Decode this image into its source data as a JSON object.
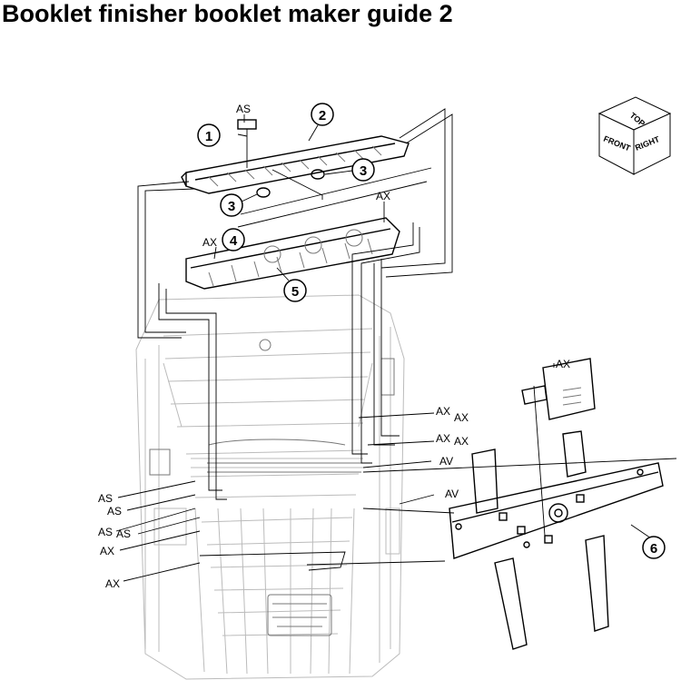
{
  "title": "Booklet finisher booklet maker guide 2",
  "orientation_cube": {
    "top": "TOP",
    "front": "FRONT",
    "right": "RIGHT"
  },
  "callouts": [
    "1",
    "2",
    "3",
    "3",
    "4",
    "5",
    "6"
  ],
  "labels": {
    "as": "AS",
    "ax": "AX",
    "av": "AV"
  }
}
